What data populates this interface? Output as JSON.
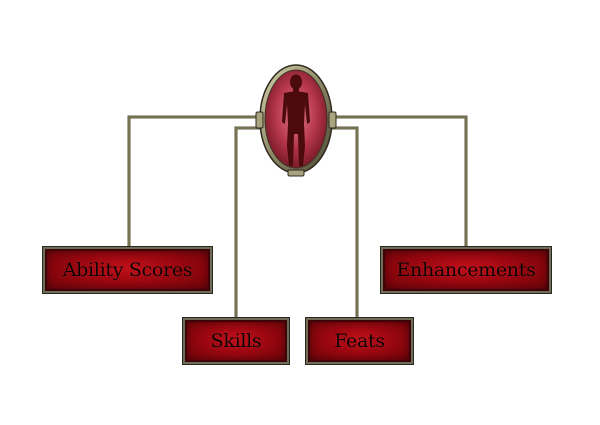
{
  "diagram": {
    "root": {
      "icon": "character-silhouette-icon"
    },
    "nodes": [
      {
        "id": "ability-scores",
        "label": "Ability Scores"
      },
      {
        "id": "enhancements",
        "label": "Enhancements"
      },
      {
        "id": "skills",
        "label": "Skills"
      },
      {
        "id": "feats",
        "label": "Feats"
      }
    ],
    "colors": {
      "node_fill": "#9a0710",
      "node_border": "#6f6c58",
      "connector": "#5c5a3e",
      "portrait_bg": "#b5364a",
      "portrait_frame": "#8e8866"
    }
  }
}
